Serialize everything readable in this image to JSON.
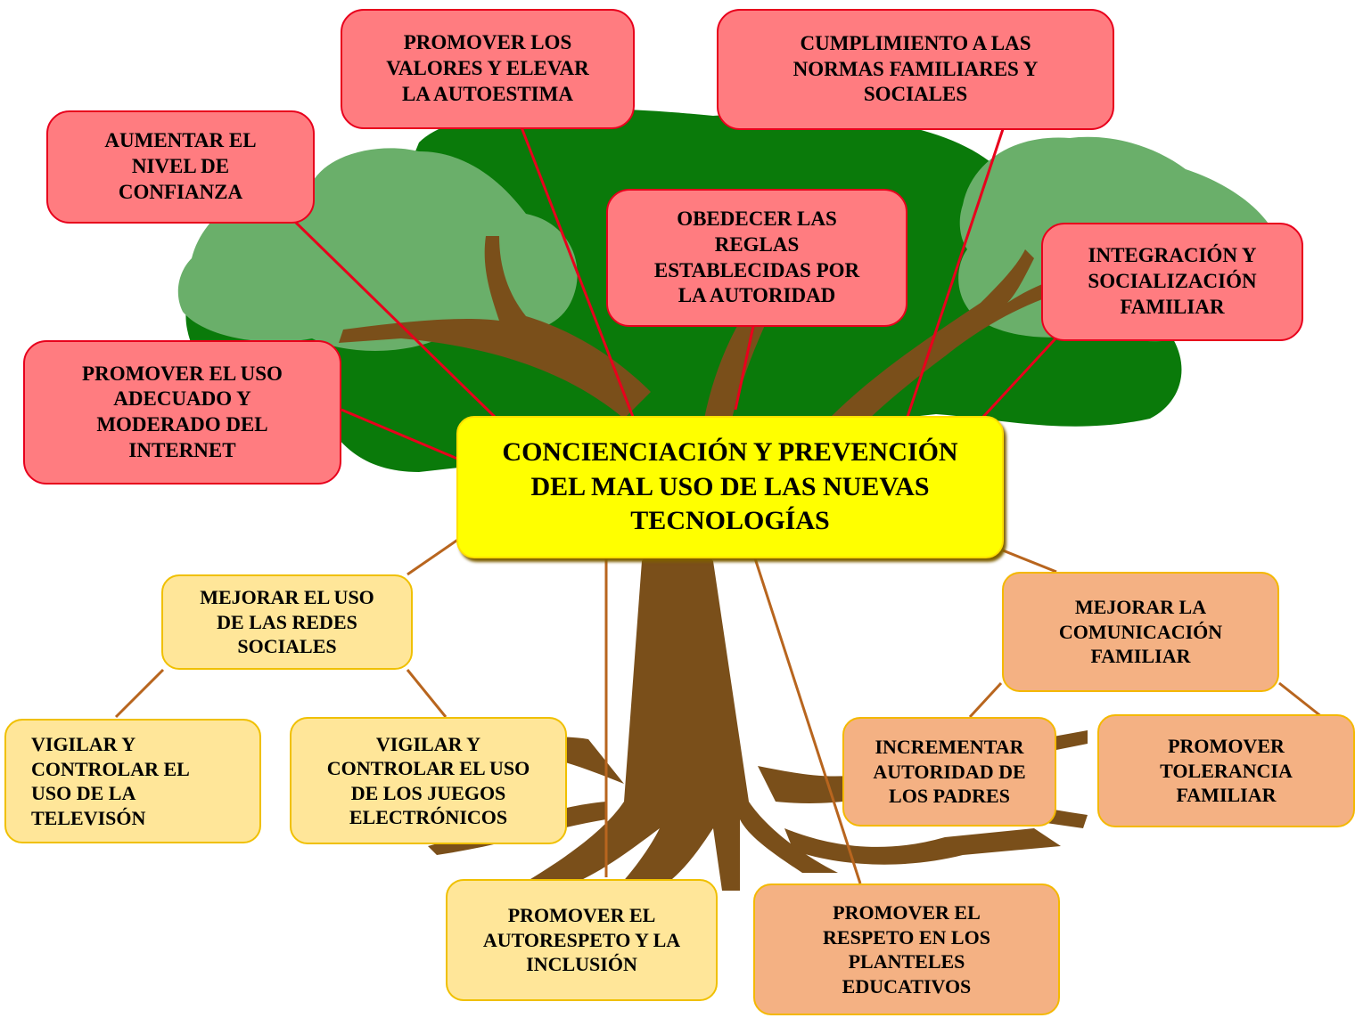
{
  "center": "CONCIENCIACIÓN Y PREVENCIÓN DEL MAL USO DE LAS NUEVAS TECNOLOGÍAS",
  "top_boxes": {
    "aumentar": "AUMENTAR EL\nNIVEL DE\nCONFIANZA",
    "promover_valores": "PROMOVER LOS\nVALORES Y ELEVAR\nLA AUTOESTIMA",
    "cumplimiento": "CUMPLIMIENTO A  LAS\nNORMAS FAMILIARES Y\nSOCIALES",
    "obedecer": "OBEDECER LAS\nREGLAS\nESTABLECIDAS POR\nLA AUTORIDAD",
    "integracion": "INTEGRACIÓN Y\nSOCIALIZACIÓN\nFAMILIAR",
    "internet": "PROMOVER EL USO\nADECUADO Y\nMODERADO DEL\nINTERNET"
  },
  "bottom_boxes": {
    "redes": "MEJORAR EL USO\nDE LAS REDES\nSOCIALES",
    "television": "VIGILAR Y\nCONTROLAR EL\nUSO DE LA\nTELEVISÓN",
    "juegos": "VIGILAR Y\nCONTROLAR  EL USO\nDE LOS JUEGOS\nELECTRÓNICOS",
    "autorespeto": "PROMOVER  EL\nAUTORESPETO Y LA\nINCLUSIÓN",
    "respeto": "PROMOVER EL\nRESPETO EN LOS\nPLANTELES\nEDUCATIVOS",
    "comunicacion": "MEJORAR LA\nCOMUNICACIÓN\nFAMILIAR",
    "autoridad": "INCREMENTAR\nAUTORIDAD DE\nLOS PADRES",
    "tolerancia": "PROMOVER\nTOLERANCIA\nFAMILIAR"
  },
  "colors": {
    "foliage_dark": "#0a7a0a",
    "foliage_light": "#6aaf6a",
    "trunk": "#7a4f1a",
    "red_box": "#ff7c80",
    "yellow_box": "#ffe699",
    "orange_box": "#f4b183",
    "center_box": "#ffff00",
    "red_line": "#e8001c",
    "brown_line": "#b8651e"
  }
}
